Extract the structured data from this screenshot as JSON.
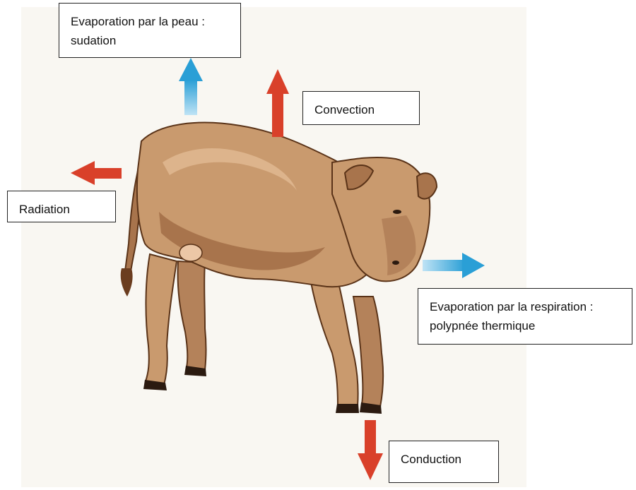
{
  "labels": {
    "evaporation_skin": {
      "line1": "Evaporation par la peau :",
      "line2": "sudation"
    },
    "convection": "Convection",
    "radiation": "Radiation",
    "evaporation_breath": {
      "line1": "Evaporation par la respiration :",
      "line2": "polypnée thermique"
    },
    "conduction": "Conduction"
  },
  "colors": {
    "background_panel": "#f9f7f2",
    "heat_arrow": "#d9402a",
    "evaporation_arrow": "#2a9fd6",
    "cow_body": "#c99a6e",
    "cow_shade": "#a8744c",
    "cow_dark": "#5a3318",
    "hoof": "#2b1a10"
  },
  "icons": {
    "up_red": "arrow-up-red-icon",
    "up_blue": "arrow-up-blue-icon",
    "left_red": "arrow-left-red-icon",
    "right_blue": "arrow-right-blue-icon",
    "down_red": "arrow-down-red-icon"
  }
}
